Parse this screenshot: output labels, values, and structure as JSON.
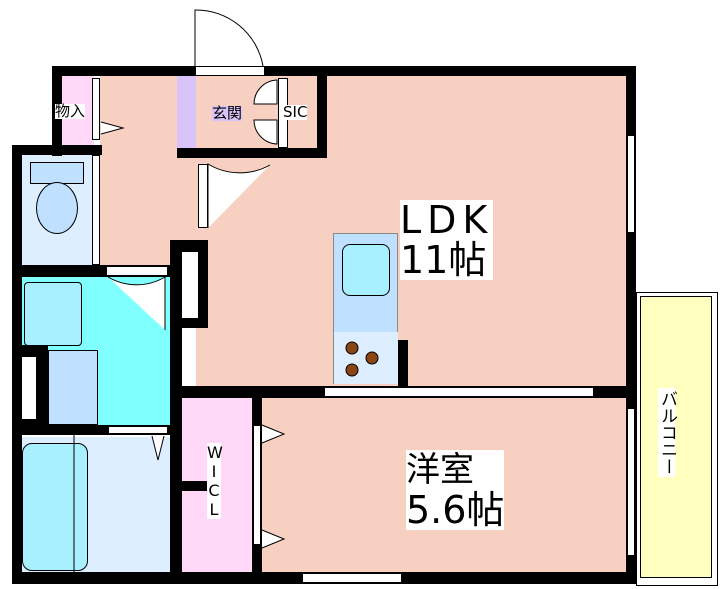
{
  "rooms": {
    "storage": "物入",
    "entrance": "玄関",
    "shoe_closet": "SIC",
    "ldk_name": "LDK",
    "ldk_size": "11帖",
    "western_name": "洋室",
    "western_size": "5.6帖",
    "wic": [
      "W",
      "I",
      "C",
      "L"
    ],
    "balcony": "バルコニー"
  },
  "colors": {
    "wall": "#000000",
    "living": "#f8d0c2",
    "entrance": "#d8c4f8",
    "closet": "#ffd8f8",
    "wash": "#80ffff",
    "wet": "#dceeff",
    "fixture": "#c0e0ff",
    "balcony": "#ffffc0"
  }
}
